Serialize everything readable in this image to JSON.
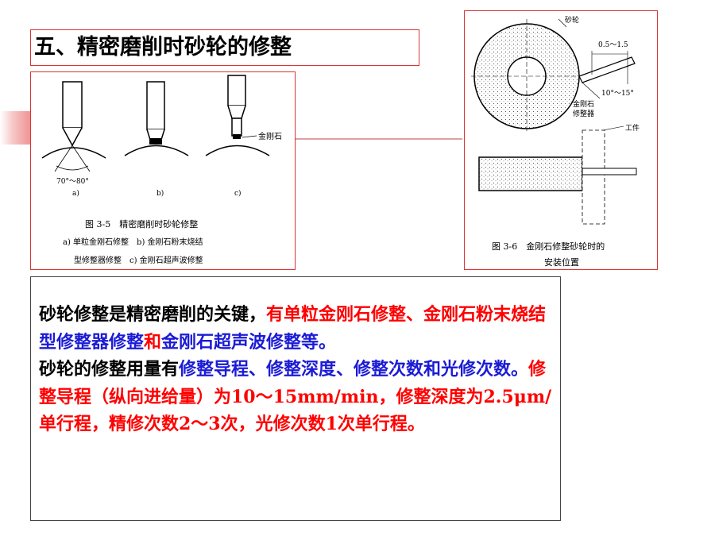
{
  "slide": {
    "title": "五、精密磨削时砂轮的修整"
  },
  "figure_left": {
    "angle_label": "70°～80°",
    "label_a": "a)",
    "label_b": "b)",
    "label_c": "c)",
    "callout": "金刚石",
    "caption_line1": "图 3-5　精密磨削时砂轮修整",
    "caption_line2": "a) 单粒金刚石修整　b) 金刚石粉末烧结",
    "caption_line3": "型修整器修整　c) 金刚石超声波修整"
  },
  "figure_right": {
    "wheel_label": "砂轮",
    "offset_label": "0.5～1.5",
    "angle_label": "10°～15°",
    "dresser_label_1": "金刚石",
    "dresser_label_2": "修整器",
    "workpiece_label": "工件",
    "caption_line1": "图 3-6　金刚石修整砂轮时的",
    "caption_line2": "安装位置"
  },
  "body": {
    "p1_a": "砂轮修整是精密磨削的关键，",
    "p1_b": "有单粒金刚石修整、",
    "p1_c": "金刚石粉末烧结",
    "p1_d": "型修整器修整",
    "p1_e": "和",
    "p1_f": "金刚石超声波修整等。",
    "p2_a": "砂轮的修整用量有",
    "p2_b": "修整导程、修整深度、修整次数和光修次数。",
    "p2_c": "修整导程（纵向进给量）为10～15mm/min，修整深度为2.5μm/单行程，精修次数2～3次，光修次数1次单行程。"
  }
}
